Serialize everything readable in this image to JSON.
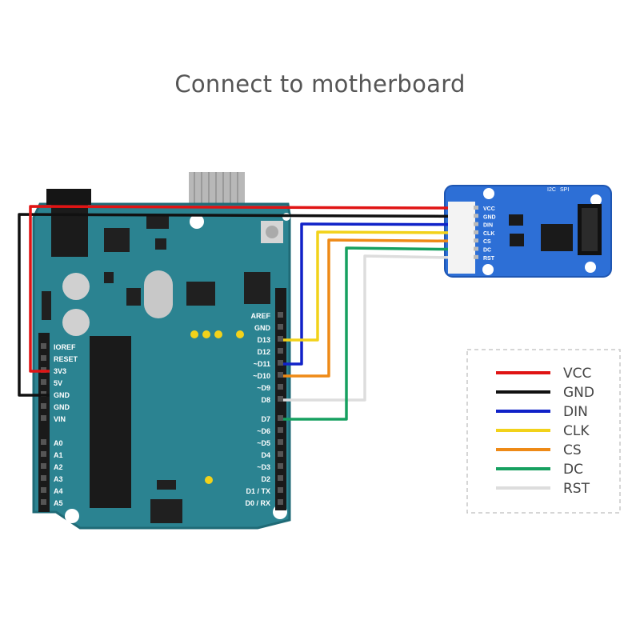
{
  "title": "Connect to motherboard",
  "colors": {
    "board": "#2b8391",
    "board_edge": "#1f6a76",
    "module": "#2d6fd6",
    "VCC": "#e01414",
    "GND": "#111111",
    "DIN": "#1022c8",
    "CLK": "#f2d21a",
    "CS": "#ee8a17",
    "DC": "#16a060",
    "RST": "#dddddd"
  },
  "board": {
    "power_pins": [
      "IOREF",
      "RESET",
      "3V3",
      "5V",
      "GND",
      "GND",
      "VIN"
    ],
    "analog_pins": [
      "A0",
      "A1",
      "A2",
      "A3",
      "A4",
      "A5"
    ],
    "digital_top": [
      "AREF",
      "GND",
      "D13",
      "D12",
      "~D11",
      "~D10",
      "~D9",
      "D8"
    ],
    "digital_bottom": [
      "D7",
      "~D6",
      "~D5",
      "D4",
      "~D3",
      "D2",
      "D1 / TX",
      "D0 / RX"
    ]
  },
  "module": {
    "pins": [
      "VCC",
      "GND",
      "DIN",
      "CLK",
      "CS",
      "DC",
      "RST"
    ],
    "silk": [
      "I2C",
      "SPI"
    ]
  },
  "legend": [
    {
      "label": "VCC",
      "color": "#e01414"
    },
    {
      "label": "GND",
      "color": "#111111"
    },
    {
      "label": "DIN",
      "color": "#1022c8"
    },
    {
      "label": "CLK",
      "color": "#f2d21a"
    },
    {
      "label": "CS",
      "color": "#ee8a17"
    },
    {
      "label": "DC",
      "color": "#16a060"
    },
    {
      "label": "RST",
      "color": "#dddddd"
    }
  ]
}
